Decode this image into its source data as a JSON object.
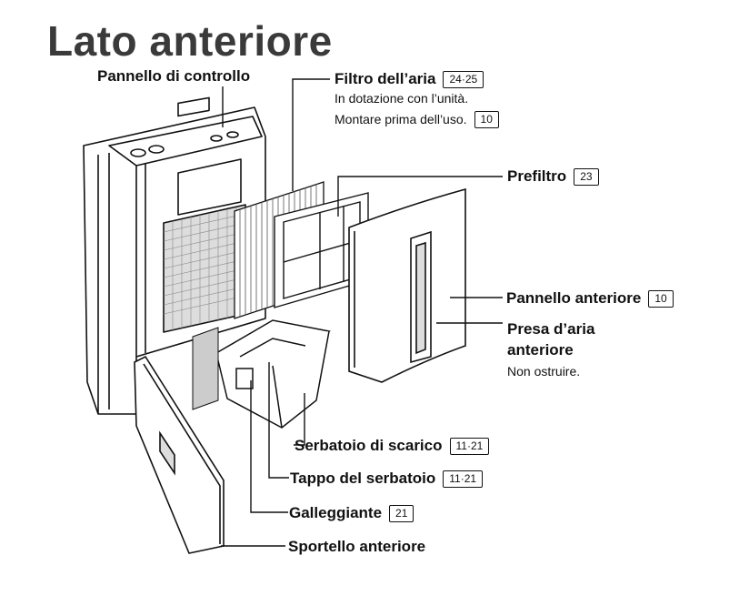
{
  "title": "Lato anteriore",
  "labels": {
    "control_panel": "Pannello di controllo",
    "air_filter": "Filtro dell’aria",
    "air_filter_ref": "24·25",
    "air_filter_note1": "In dotazione con l’unità.",
    "air_filter_note2": "Montare prima dell’uso.",
    "air_filter_note2_ref": "10",
    "prefilter": "Prefiltro",
    "prefilter_ref": "23",
    "front_panel": "Pannello anteriore",
    "front_panel_ref": "10",
    "front_intake_line1": "Presa d’aria",
    "front_intake_line2": "anteriore",
    "front_intake_note": "Non ostruire.",
    "drain_tank": "Serbatoio di scarico",
    "drain_tank_ref": "11·21",
    "tank_cap": "Tappo del serbatoio",
    "tank_cap_ref": "11·21",
    "float": "Galleggiante",
    "float_ref": "21",
    "front_door": "Sportello anteriore"
  },
  "colors": {
    "line": "#111111",
    "title": "#3a3a3a",
    "shade": "#cfcfcf"
  }
}
